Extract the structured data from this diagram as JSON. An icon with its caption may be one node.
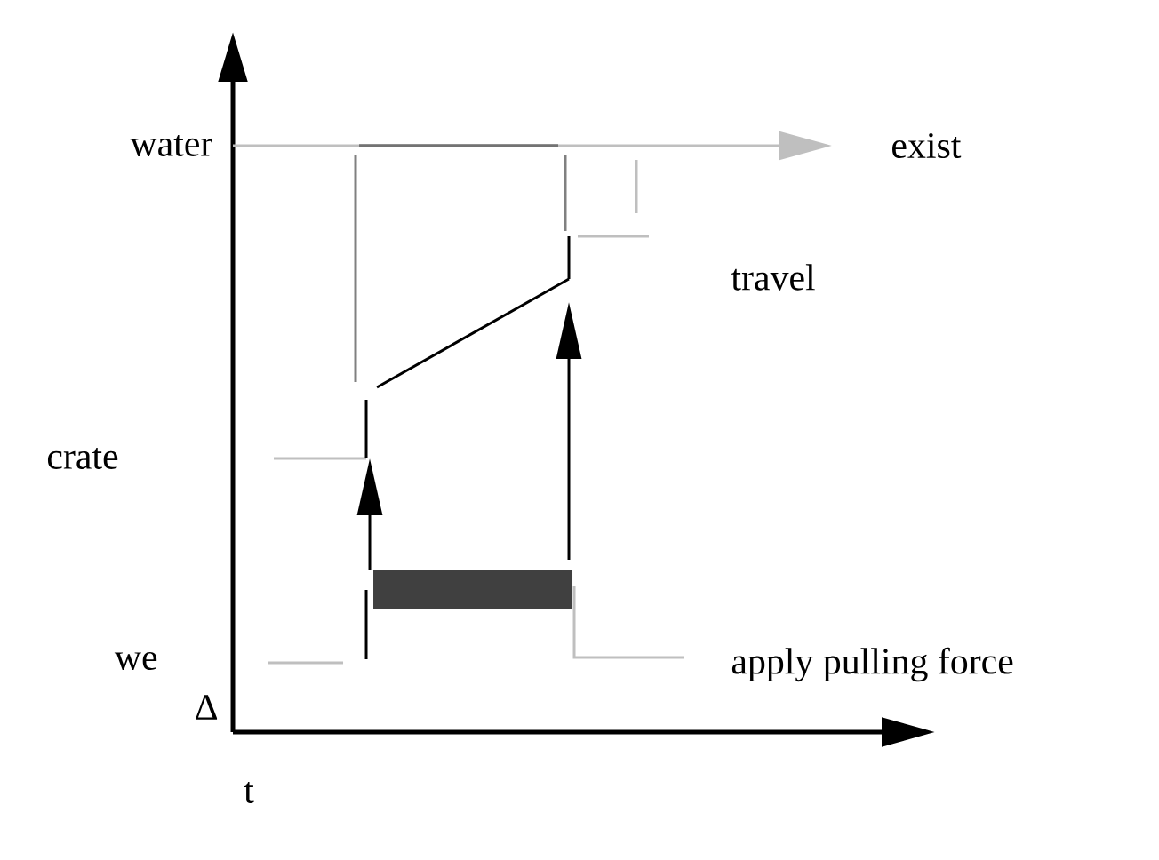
{
  "diagram": {
    "labels": [
      "water",
      "exist",
      "travel",
      "crate",
      "we",
      "apply pulling force",
      "Δ",
      "t"
    ]
  }
}
